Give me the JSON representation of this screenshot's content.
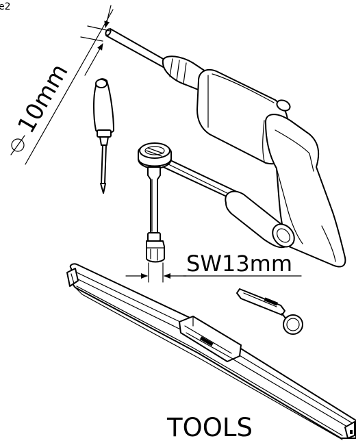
{
  "page_ref": "e2",
  "dims": {
    "bit_diameter": "10mm",
    "socket_size": "SW13mm"
  },
  "caption": "TOOLS"
}
